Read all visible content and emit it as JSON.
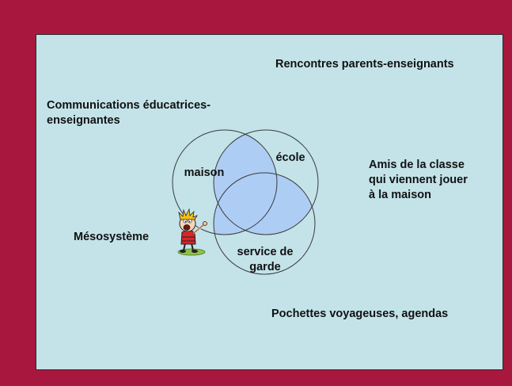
{
  "labels": {
    "rencontres": "Rencontres parents-enseignants",
    "communications": "Communications éducatrices-\nenseignantes",
    "amis": "Amis de la classe\nqui viennent jouer\nà la maison",
    "mesosysteme": "Mésosystème",
    "pochettes": "Pochettes voyageuses, agendas"
  },
  "venn": {
    "circles": [
      "maison",
      "école",
      "service de\ngarde"
    ],
    "overlap_color": "#aecdf4",
    "background_color": "#c3e3e9",
    "frame_color": "#a8183e"
  },
  "illustration": "cartoon-boy-shouting"
}
